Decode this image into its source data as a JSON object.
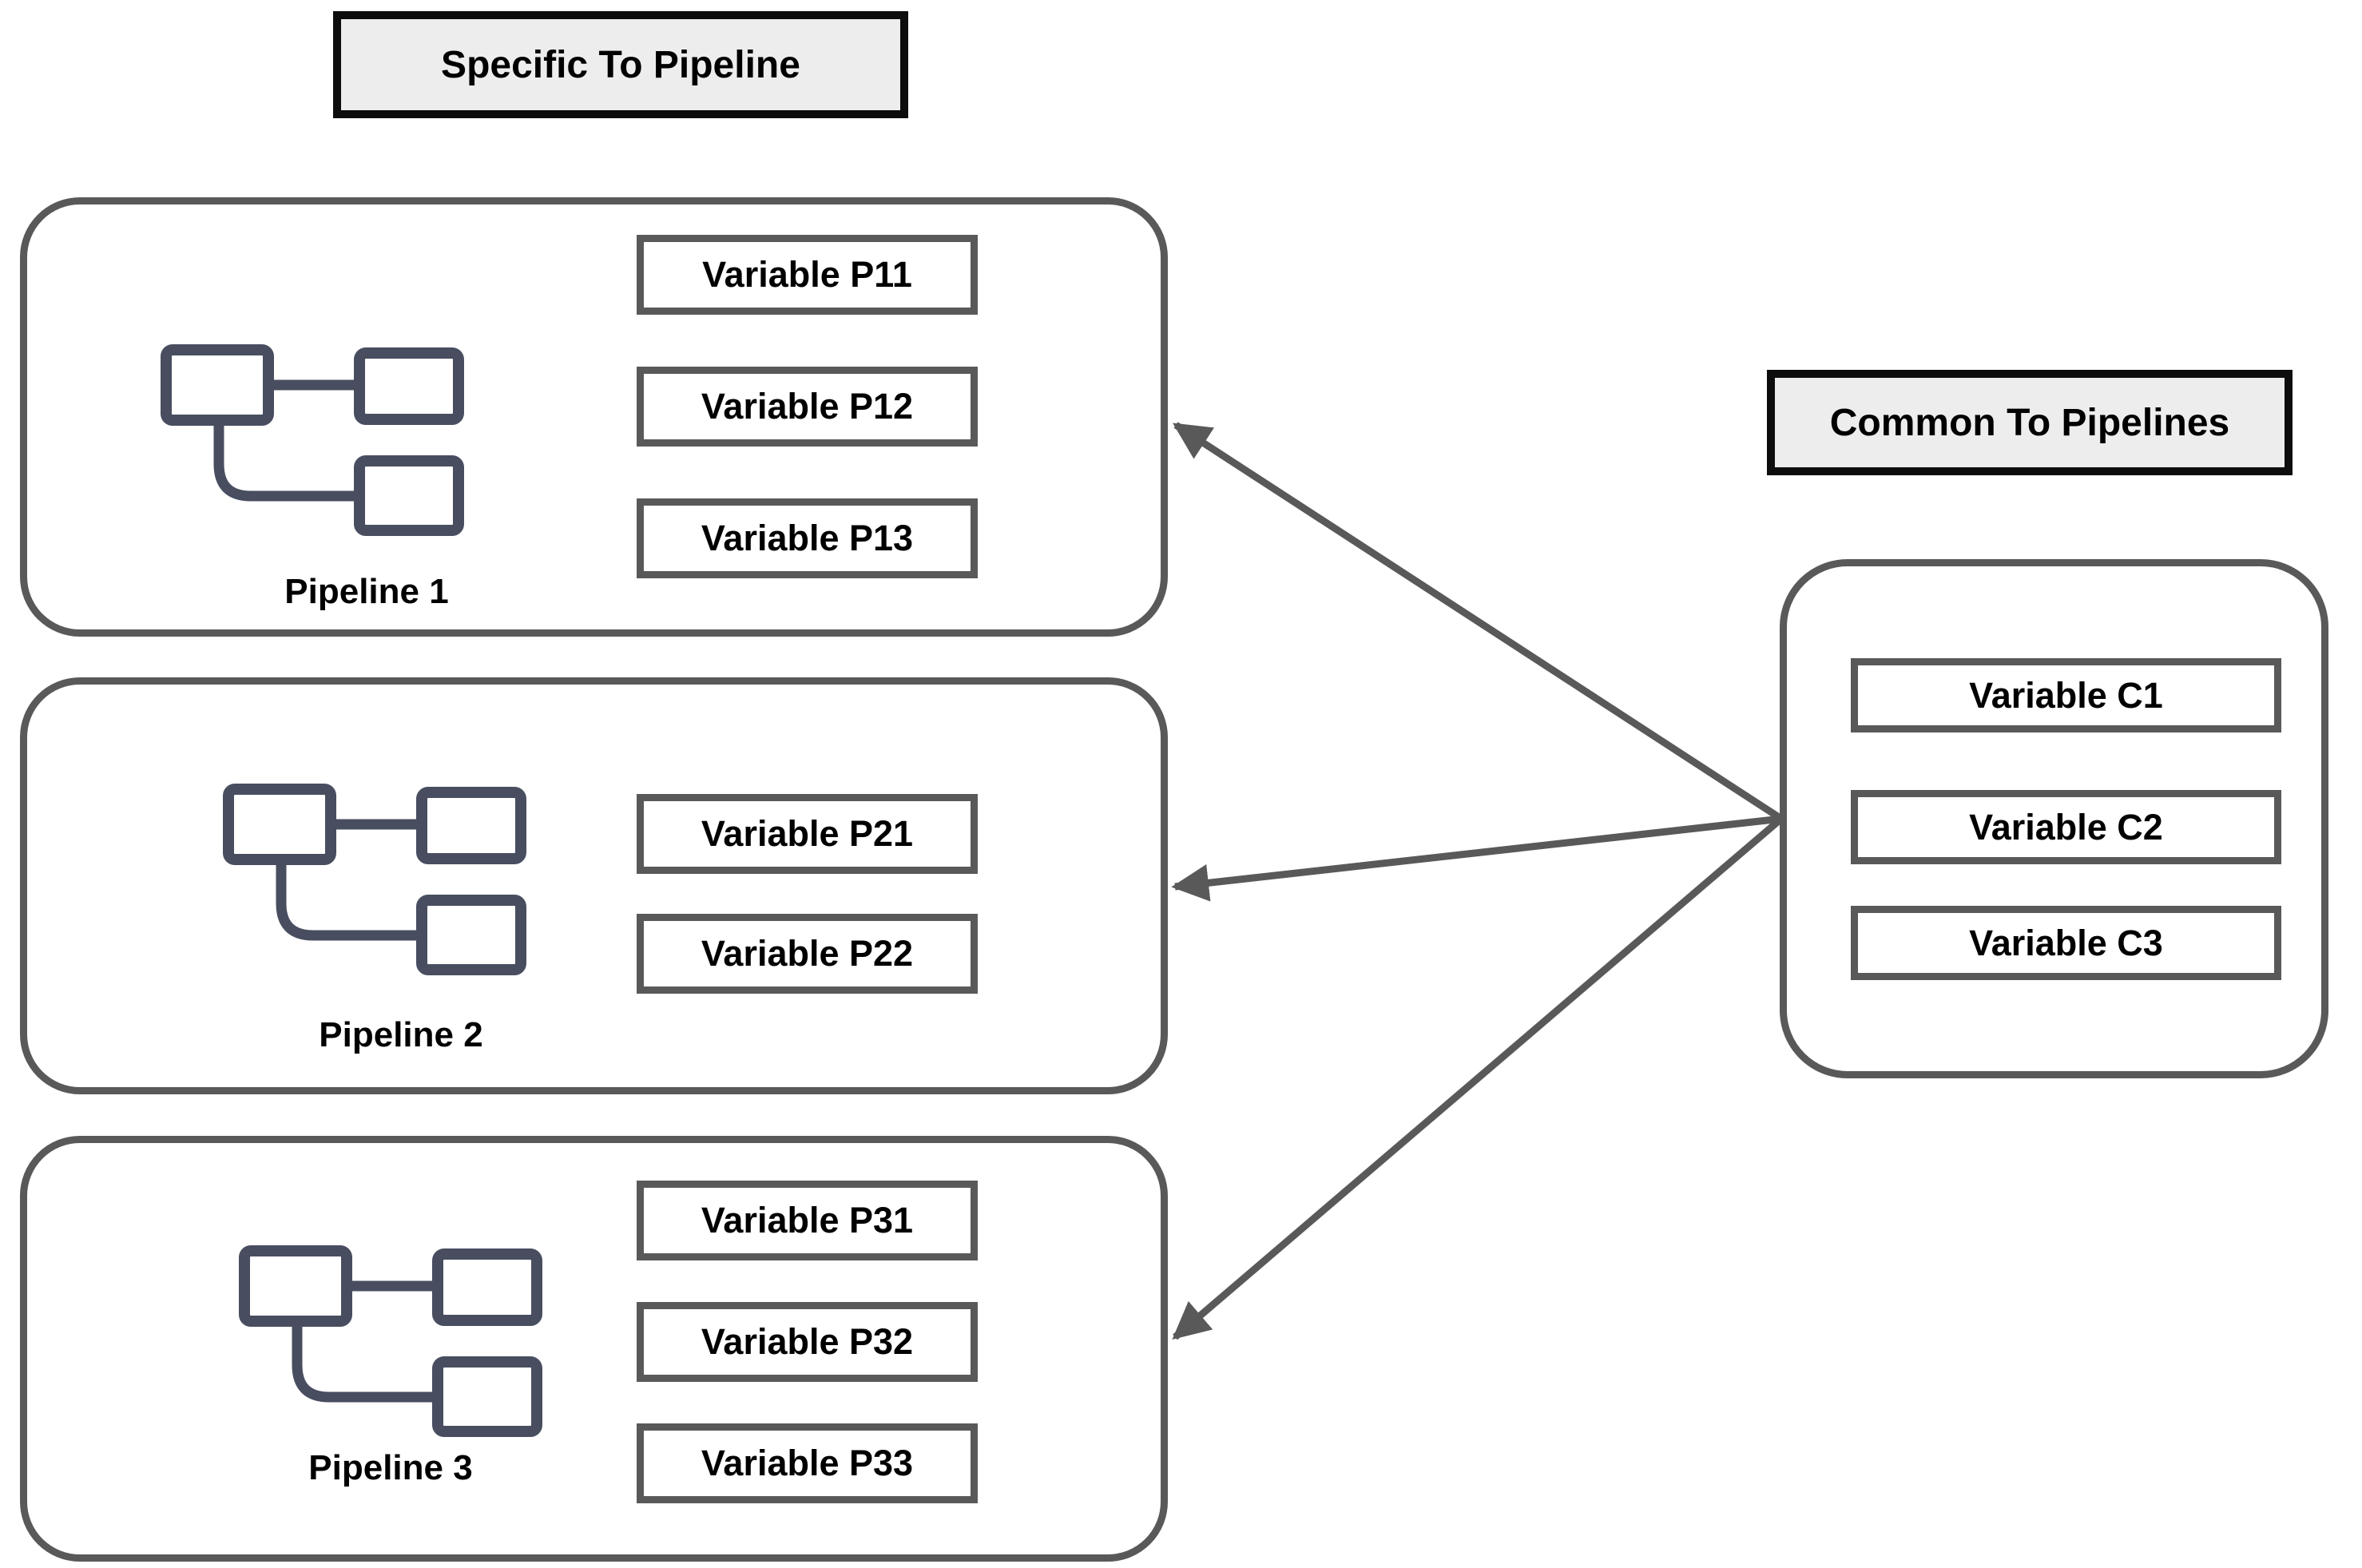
{
  "labels": {
    "specific_to_pipeline": "Specific To Pipeline",
    "common_to_pipelines": "Common To Pipelines"
  },
  "pipelines": [
    {
      "name": "Pipeline 1",
      "icon": "flow-diagram-icon",
      "variables": [
        "Variable P11",
        "Variable P12",
        "Variable P13"
      ]
    },
    {
      "name": "Pipeline 2",
      "icon": "flow-diagram-icon",
      "variables": [
        "Variable P21",
        "Variable P22"
      ]
    },
    {
      "name": "Pipeline 3",
      "icon": "flow-diagram-icon",
      "variables": [
        "Variable P31",
        "Variable P32",
        "Variable P33"
      ]
    }
  ],
  "common_group": {
    "variables": [
      "Variable C1",
      "Variable C2",
      "Variable C3"
    ]
  },
  "arrows": [
    {
      "from": "common_group",
      "to": "Pipeline 1"
    },
    {
      "from": "common_group",
      "to": "Pipeline 2"
    },
    {
      "from": "common_group",
      "to": "Pipeline 3"
    }
  ],
  "colors": {
    "outline": "#595959",
    "label_box_bg": "#ededed",
    "label_box_border": "#0d0d0d",
    "icon": "#484e60",
    "text": "#000000",
    "background": "#ffffff"
  }
}
